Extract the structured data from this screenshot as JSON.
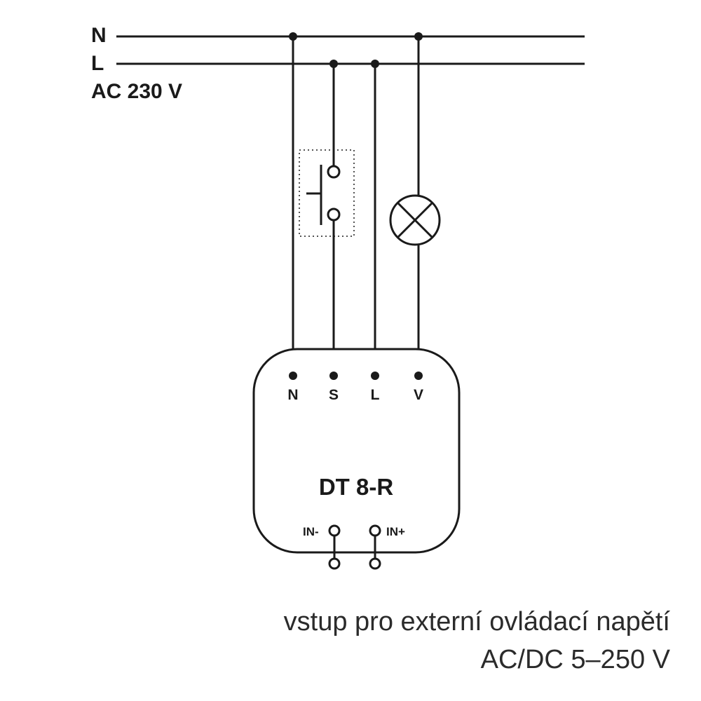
{
  "supply": {
    "neutral_label": "N",
    "line_label": "L",
    "voltage_label": "AC 230 V"
  },
  "device": {
    "name": "DT 8-R",
    "terminals": {
      "n": "N",
      "s": "S",
      "l": "L",
      "v": "V"
    },
    "inputs": {
      "minus": "IN-",
      "plus": "IN+"
    }
  },
  "caption": {
    "line1": "vstup pro externí ovládací napětí",
    "line2": "AC/DC 5–250 V"
  },
  "colors": {
    "ink": "#1a1a1a",
    "background": "#ffffff"
  }
}
